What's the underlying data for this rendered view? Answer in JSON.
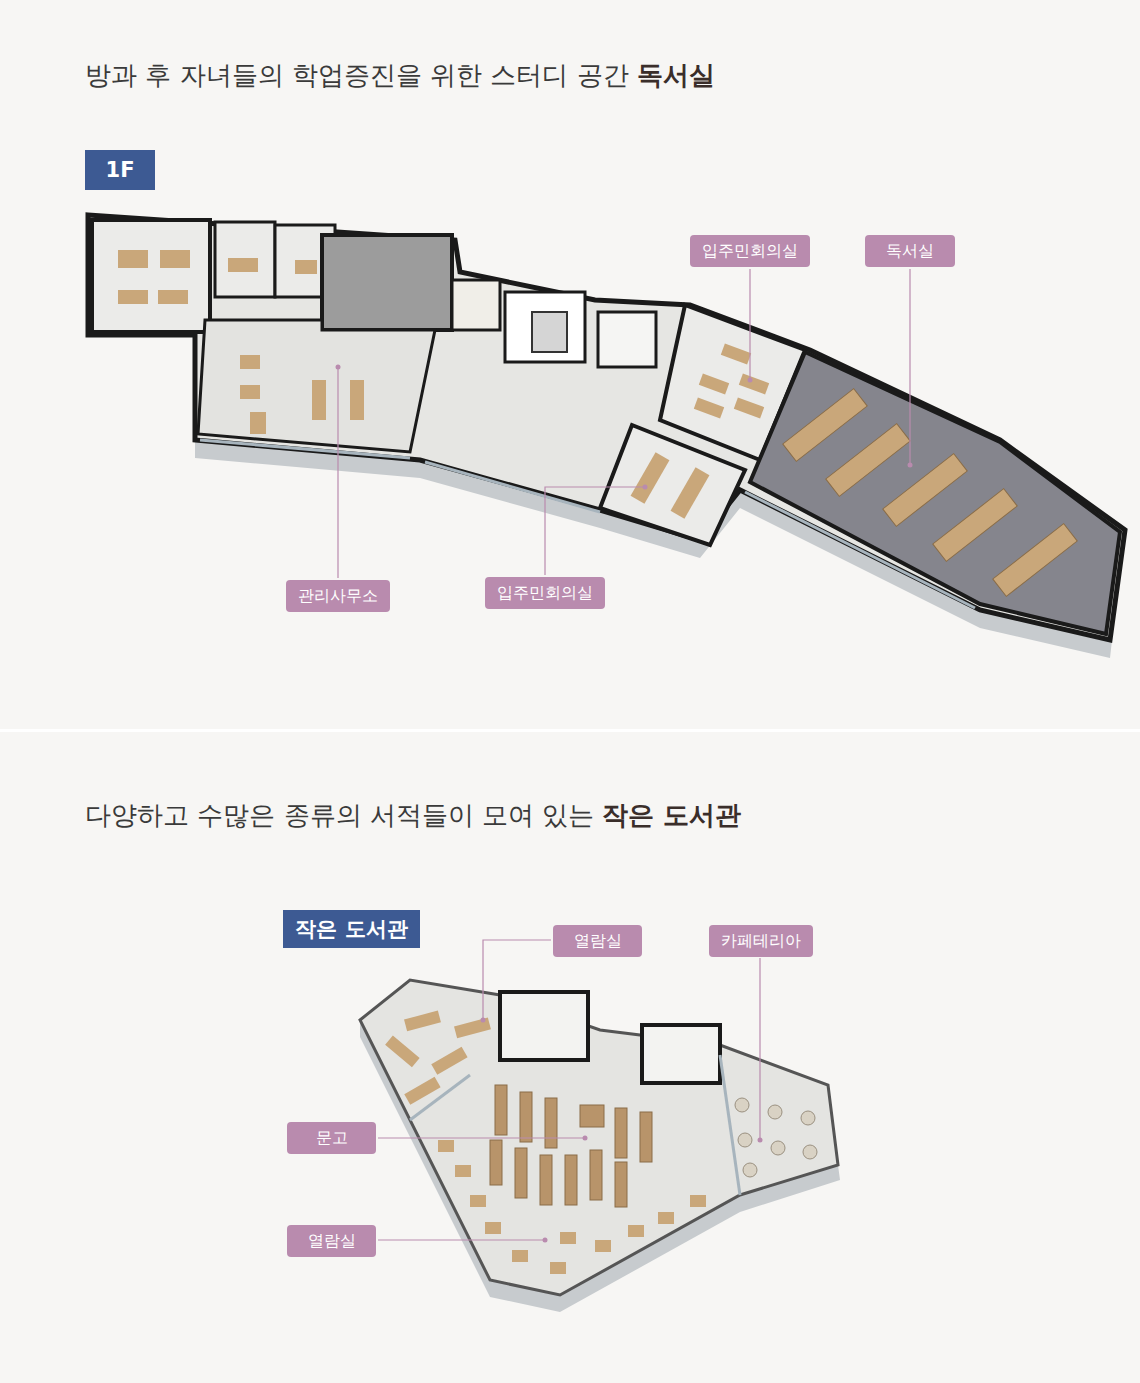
{
  "diagram": {
    "nodes": [
      {
        "text": [
          "1F"
        ]
      },
      {
        "text": [
          "입주민회의실"
        ]
      },
      {
        "text": [
          "독서실"
        ]
      },
      {
        "text": [
          "관리사무소"
        ]
      },
      {
        "text": [
          "입주민회의실"
        ]
      },
      {
        "text": [
          "작은 도서관"
        ]
      },
      {
        "text": [
          "열람실"
        ]
      },
      {
        "text": [
          "카페테리아"
        ]
      },
      {
        "text": [
          "문고"
        ]
      },
      {
        "text": [
          "열람실"
        ]
      }
    ],
    "labels": [
      "방과 후 자녀들의 학업증진을 위한 스터디 공간",
      "독서실",
      "다양하고 수많은 종류의 서적들이 모여 있는",
      "작은 도서관"
    ]
  }
}
